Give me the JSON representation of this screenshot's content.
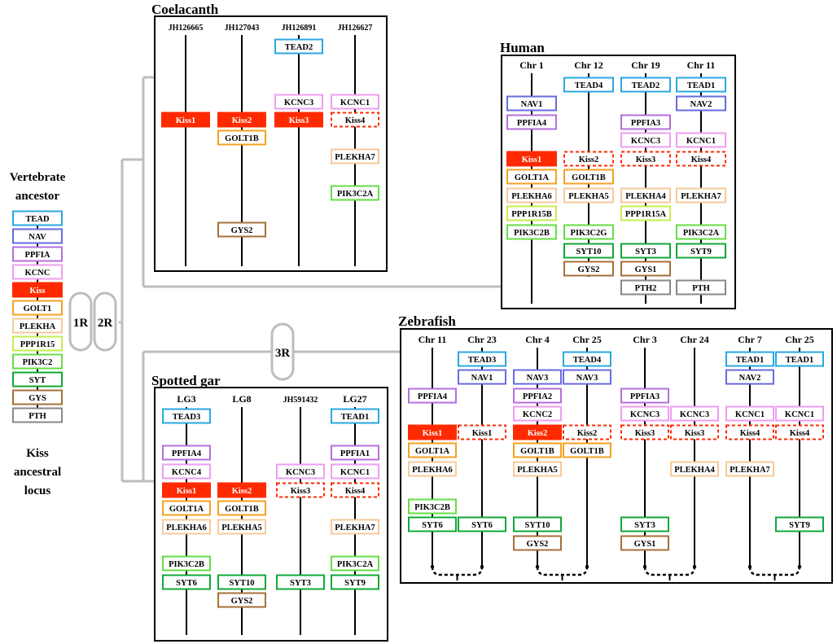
{
  "colors": {
    "TEAD": "#29a8e0",
    "NAV": "#6a6ae0",
    "PPFIA": "#b56fdc",
    "KCNC": "#ee9ef0",
    "Kiss": "#ff2a00",
    "GOLT": "#f3a221",
    "PLEKHA": "#f7c99a",
    "PPP1R15": "#c5ee4f",
    "PIK3C2": "#66dd44",
    "SYT": "#10a838",
    "GYS": "#a5703a",
    "PTH": "#888888",
    "events": "#bdbdbd"
  },
  "ancestor": {
    "title_line1": "Vertebrate",
    "title_line2": "ancestor",
    "footer_line1": "Kiss",
    "footer_line2": "ancestral",
    "footer_line3": "locus",
    "genes": [
      {
        "label": "TEAD",
        "family": "TEAD"
      },
      {
        "label": "NAV",
        "family": "NAV"
      },
      {
        "label": "PPFIA",
        "family": "PPFIA"
      },
      {
        "label": "KCNC",
        "family": "KCNC"
      },
      {
        "label": "Kiss",
        "family": "Kiss",
        "filled": true
      },
      {
        "label": "GOLT1",
        "family": "GOLT"
      },
      {
        "label": "PLEKHA",
        "family": "PLEKHA"
      },
      {
        "label": "PPP1R15",
        "family": "PPP1R15"
      },
      {
        "label": "PIK3C2",
        "family": "PIK3C2"
      },
      {
        "label": "SYT",
        "family": "SYT"
      },
      {
        "label": "GYS",
        "family": "GYS"
      },
      {
        "label": "PTH",
        "family": "PTH"
      }
    ]
  },
  "events": {
    "r1": "1R",
    "r2": "2R",
    "r3": "3R"
  },
  "panels": {
    "coelacanth": {
      "title": "Coelacanth",
      "chromosomes": [
        {
          "label": "JH126665",
          "genes": [
            {
              "label": "Kiss1",
              "family": "Kiss",
              "filled": true
            }
          ]
        },
        {
          "label": "JH127043",
          "genes": [
            {
              "label": "Kiss2",
              "family": "Kiss",
              "filled": true
            },
            {
              "label": "GOLT1B",
              "family": "GOLT"
            },
            {
              "label": "GYS2",
              "family": "GYS"
            }
          ]
        },
        {
          "label": "JH126891",
          "genes": [
            {
              "label": "TEAD2",
              "family": "TEAD"
            },
            {
              "label": "KCNC3",
              "family": "KCNC"
            },
            {
              "label": "Kiss3",
              "family": "Kiss",
              "filled": true
            }
          ]
        },
        {
          "label": "JH126627",
          "genes": [
            {
              "label": "KCNC1",
              "family": "KCNC"
            },
            {
              "label": "Kiss4",
              "family": "Kiss",
              "dashed": true
            },
            {
              "label": "PLEKHA7",
              "family": "PLEKHA"
            },
            {
              "label": "PIK3C2A",
              "family": "PIK3C2"
            }
          ]
        }
      ]
    },
    "human": {
      "title": "Human",
      "chromosomes": [
        {
          "label": "Chr 1",
          "genes": [
            {
              "label": "NAV1",
              "family": "NAV"
            },
            {
              "label": "PPFIA4",
              "family": "PPFIA"
            },
            {
              "label": "Kiss1",
              "family": "Kiss",
              "filled": true
            },
            {
              "label": "GOLT1A",
              "family": "GOLT"
            },
            {
              "label": "PLEKHA6",
              "family": "PLEKHA"
            },
            {
              "label": "PPP1R15B",
              "family": "PPP1R15"
            },
            {
              "label": "PIK3C2B",
              "family": "PIK3C2"
            }
          ]
        },
        {
          "label": "Chr 12",
          "genes": [
            {
              "label": "TEAD4",
              "family": "TEAD"
            },
            {
              "label": "Kiss2",
              "family": "Kiss",
              "dashed": true
            },
            {
              "label": "GOLT1B",
              "family": "GOLT"
            },
            {
              "label": "PLEKHA5",
              "family": "PLEKHA"
            },
            {
              "label": "PIK3C2G",
              "family": "PIK3C2"
            },
            {
              "label": "SYT10",
              "family": "SYT"
            },
            {
              "label": "GYS2",
              "family": "GYS"
            }
          ]
        },
        {
          "label": "Chr 19",
          "genes": [
            {
              "label": "TEAD2",
              "family": "TEAD"
            },
            {
              "label": "PPFIA3",
              "family": "PPFIA"
            },
            {
              "label": "KCNC3",
              "family": "KCNC"
            },
            {
              "label": "Kiss3",
              "family": "Kiss",
              "dashed": true
            },
            {
              "label": "PLEKHA4",
              "family": "PLEKHA"
            },
            {
              "label": "PPP1R15A",
              "family": "PPP1R15"
            },
            {
              "label": "SYT3",
              "family": "SYT"
            },
            {
              "label": "GYS1",
              "family": "GYS"
            },
            {
              "label": "PTH2",
              "family": "PTH"
            }
          ]
        },
        {
          "label": "Chr 11",
          "genes": [
            {
              "label": "TEAD1",
              "family": "TEAD"
            },
            {
              "label": "NAV2",
              "family": "NAV"
            },
            {
              "label": "KCNC1",
              "family": "KCNC"
            },
            {
              "label": "Kiss4",
              "family": "Kiss",
              "dashed": true
            },
            {
              "label": "PLEKHA7",
              "family": "PLEKHA"
            },
            {
              "label": "PIK3C2A",
              "family": "PIK3C2"
            },
            {
              "label": "SYT9",
              "family": "SYT"
            },
            {
              "label": "PTH",
              "family": "PTH"
            }
          ]
        }
      ]
    },
    "spotted_gar": {
      "title": "Spotted gar",
      "chromosomes": [
        {
          "label": "LG3",
          "genes": [
            {
              "label": "TEAD3",
              "family": "TEAD"
            },
            {
              "label": "PPFIA4",
              "family": "PPFIA"
            },
            {
              "label": "KCNC4",
              "family": "KCNC"
            },
            {
              "label": "Kiss1",
              "family": "Kiss",
              "filled": true
            },
            {
              "label": "GOLT1A",
              "family": "GOLT"
            },
            {
              "label": "PLEKHA6",
              "family": "PLEKHA"
            },
            {
              "label": "PIK3C2B",
              "family": "PIK3C2"
            },
            {
              "label": "SYT6",
              "family": "SYT"
            }
          ]
        },
        {
          "label": "LG8",
          "genes": [
            {
              "label": "Kiss2",
              "family": "Kiss",
              "filled": true
            },
            {
              "label": "GOLT1B",
              "family": "GOLT"
            },
            {
              "label": "PLEKHA5",
              "family": "PLEKHA"
            },
            {
              "label": "SYT10",
              "family": "SYT"
            },
            {
              "label": "GYS2",
              "family": "GYS"
            }
          ]
        },
        {
          "label": "JH591432",
          "genes": [
            {
              "label": "KCNC3",
              "family": "KCNC"
            },
            {
              "label": "Kiss3",
              "family": "Kiss",
              "dashed": true
            },
            {
              "label": "SYT3",
              "family": "SYT"
            }
          ]
        },
        {
          "label": "LG27",
          "genes": [
            {
              "label": "TEAD1",
              "family": "TEAD"
            },
            {
              "label": "PPFIA1",
              "family": "PPFIA"
            },
            {
              "label": "KCNC1",
              "family": "KCNC"
            },
            {
              "label": "Kiss4",
              "family": "Kiss",
              "dashed": true
            },
            {
              "label": "PLEKHA7",
              "family": "PLEKHA"
            },
            {
              "label": "PIK3C2A",
              "family": "PIK3C2"
            },
            {
              "label": "SYT9",
              "family": "SYT"
            }
          ]
        }
      ]
    },
    "zebrafish": {
      "title": "Zebrafish",
      "chromosomes": [
        {
          "label": "Chr 11",
          "genes": [
            {
              "label": "PPFIA4",
              "family": "PPFIA"
            },
            {
              "label": "Kiss1",
              "family": "Kiss",
              "filled": true
            },
            {
              "label": "GOLT1A",
              "family": "GOLT"
            },
            {
              "label": "PLEKHA6",
              "family": "PLEKHA"
            },
            {
              "label": "PIK3C2B",
              "family": "PIK3C2"
            },
            {
              "label": "SYT6",
              "family": "SYT"
            }
          ]
        },
        {
          "label": "Chr 23",
          "genes": [
            {
              "label": "TEAD3",
              "family": "TEAD"
            },
            {
              "label": "NAV1",
              "family": "NAV"
            },
            {
              "label": "Kiss1",
              "family": "Kiss",
              "dashed": true
            },
            {
              "label": "SYT6",
              "family": "SYT"
            }
          ]
        },
        {
          "label": "Chr 4",
          "genes": [
            {
              "label": "NAV3",
              "family": "NAV"
            },
            {
              "label": "PPFIA2",
              "family": "PPFIA"
            },
            {
              "label": "KCNC2",
              "family": "KCNC"
            },
            {
              "label": "Kiss2",
              "family": "Kiss",
              "filled": true
            },
            {
              "label": "GOLT1B",
              "family": "GOLT"
            },
            {
              "label": "PLEKHA5",
              "family": "PLEKHA"
            },
            {
              "label": "SYT10",
              "family": "SYT"
            },
            {
              "label": "GYS2",
              "family": "GYS"
            }
          ]
        },
        {
          "label": "Chr 25",
          "genes": [
            {
              "label": "TEAD4",
              "family": "TEAD"
            },
            {
              "label": "NAV3",
              "family": "NAV"
            },
            {
              "label": "Kiss2",
              "family": "Kiss",
              "dashed": true
            },
            {
              "label": "GOLT1B",
              "family": "GOLT"
            }
          ]
        },
        {
          "label": "Chr 3",
          "genes": [
            {
              "label": "PPFIA3",
              "family": "PPFIA"
            },
            {
              "label": "KCNC3",
              "family": "KCNC"
            },
            {
              "label": "Kiss3",
              "family": "Kiss",
              "dashed": true
            },
            {
              "label": "SYT3",
              "family": "SYT"
            },
            {
              "label": "GYS1",
              "family": "GYS"
            }
          ]
        },
        {
          "label": "Chr 24",
          "genes": [
            {
              "label": "KCNC3",
              "family": "KCNC"
            },
            {
              "label": "Kiss3",
              "family": "Kiss",
              "dashed": true
            },
            {
              "label": "PLEKHA4",
              "family": "PLEKHA"
            }
          ]
        },
        {
          "label": "Chr 7",
          "genes": [
            {
              "label": "TEAD1",
              "family": "TEAD"
            },
            {
              "label": "NAV2",
              "family": "NAV"
            },
            {
              "label": "KCNC1",
              "family": "KCNC"
            },
            {
              "label": "Kiss4",
              "family": "Kiss",
              "dashed": true
            },
            {
              "label": "PLEKHA7",
              "family": "PLEKHA"
            }
          ]
        },
        {
          "label": "Chr 25",
          "genes": [
            {
              "label": "TEAD1",
              "family": "TEAD"
            },
            {
              "label": "KCNC1",
              "family": "KCNC"
            },
            {
              "label": "Kiss4",
              "family": "Kiss",
              "dashed": true
            },
            {
              "label": "SYT9",
              "family": "SYT"
            }
          ]
        }
      ]
    }
  }
}
